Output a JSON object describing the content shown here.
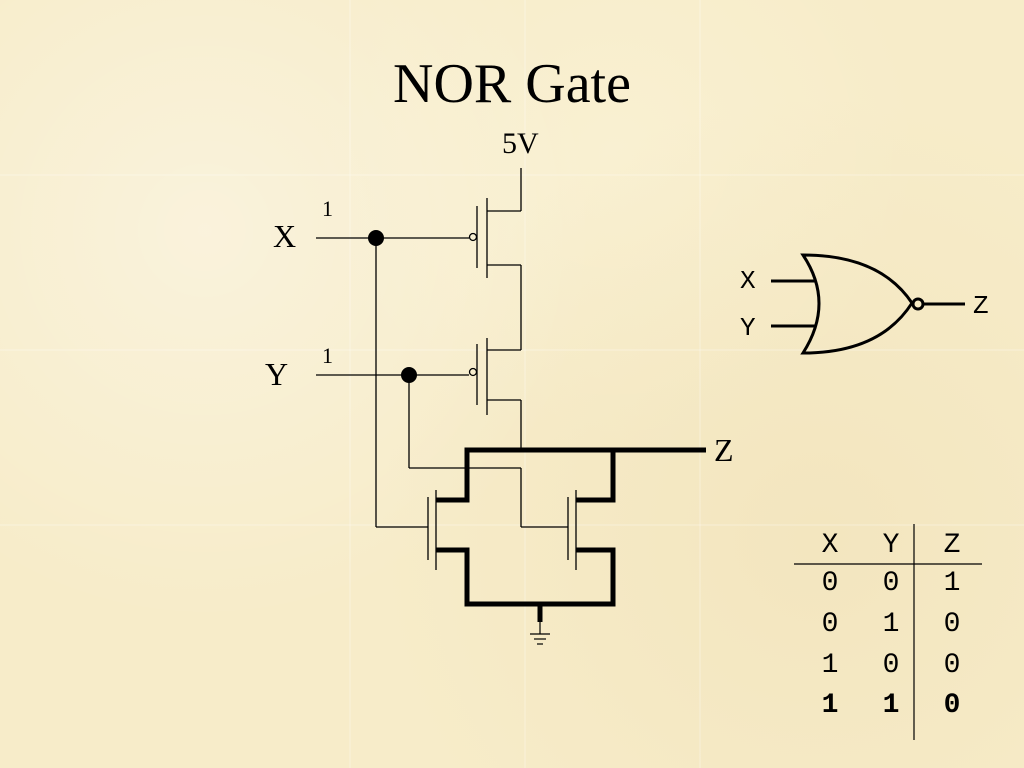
{
  "title": "NOR Gate",
  "supply_label": "5V",
  "inputs": {
    "x_label": "X",
    "y_label": "Y",
    "x_value": "1",
    "y_value": "1"
  },
  "output_label": "Z",
  "gate_symbol": {
    "x_label": "X",
    "y_label": "Y",
    "z_label": "Z"
  },
  "truth_table": {
    "headers": [
      "X",
      "Y",
      "Z"
    ],
    "rows": [
      [
        "0",
        "0",
        "1"
      ],
      [
        "0",
        "1",
        "0"
      ],
      [
        "1",
        "0",
        "0"
      ],
      [
        "1",
        "1",
        "0"
      ]
    ],
    "highlighted_row": 3
  },
  "colors": {
    "background": "#f7ecc9",
    "ink": "#000000"
  }
}
